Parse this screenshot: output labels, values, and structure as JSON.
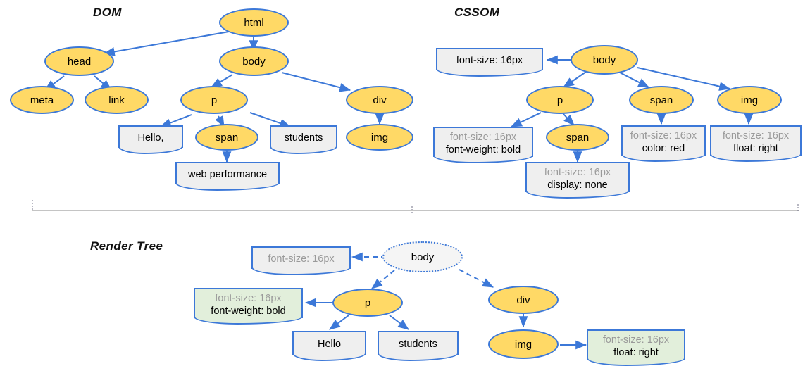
{
  "diagram": {
    "title_dom": "DOM",
    "title_cssom": "CSSOM",
    "title_render_tree": "Render Tree",
    "background_color": "#ffffff",
    "node_fill": "#ffd966",
    "node_stroke": "#3c78d8",
    "box_fill": "#efefef",
    "box_fill_green": "#e2efdb",
    "muted_text_color": "#9a9a9a"
  },
  "dom": {
    "nodes": [
      {
        "id": "html",
        "label": "html"
      },
      {
        "id": "head",
        "label": "head"
      },
      {
        "id": "body",
        "label": "body"
      },
      {
        "id": "meta",
        "label": "meta"
      },
      {
        "id": "link",
        "label": "link"
      },
      {
        "id": "p",
        "label": "p"
      },
      {
        "id": "div",
        "label": "div"
      },
      {
        "id": "span",
        "label": "span"
      },
      {
        "id": "img",
        "label": "img"
      }
    ],
    "text_boxes": [
      {
        "id": "hello",
        "label": "Hello,"
      },
      {
        "id": "students",
        "label": "students"
      },
      {
        "id": "webperf",
        "label": "web performance"
      }
    ],
    "edges": [
      [
        "html",
        "head"
      ],
      [
        "html",
        "body"
      ],
      [
        "head",
        "meta"
      ],
      [
        "head",
        "link"
      ],
      [
        "body",
        "p"
      ],
      [
        "body",
        "div"
      ],
      [
        "p",
        "hello"
      ],
      [
        "p",
        "span"
      ],
      [
        "p",
        "students"
      ],
      [
        "span",
        "webperf"
      ],
      [
        "div",
        "img"
      ]
    ]
  },
  "cssom": {
    "nodes": [
      {
        "id": "body",
        "label": "body"
      },
      {
        "id": "p",
        "label": "p"
      },
      {
        "id": "span1",
        "label": "span"
      },
      {
        "id": "span2",
        "label": "span"
      },
      {
        "id": "img",
        "label": "img"
      }
    ],
    "rule_boxes": [
      {
        "id": "body_rule",
        "lines": [
          {
            "text": "font-size: 16px",
            "muted": false
          }
        ]
      },
      {
        "id": "p_rule",
        "lines": [
          {
            "text": "font-size: 16px",
            "muted": true
          },
          {
            "text": "font-weight: bold",
            "muted": false
          }
        ]
      },
      {
        "id": "span2_rule",
        "lines": [
          {
            "text": "font-size: 16px",
            "muted": true
          },
          {
            "text": "display: none",
            "muted": false
          }
        ]
      },
      {
        "id": "span1_rule",
        "lines": [
          {
            "text": "font-size: 16px",
            "muted": true
          },
          {
            "text": "color: red",
            "muted": false
          }
        ]
      },
      {
        "id": "img_rule",
        "lines": [
          {
            "text": "font-size: 16px",
            "muted": true
          },
          {
            "text": "float: right",
            "muted": false
          }
        ]
      }
    ],
    "edges": [
      [
        "body",
        "body_rule"
      ],
      [
        "body",
        "p"
      ],
      [
        "body",
        "span1"
      ],
      [
        "body",
        "img"
      ],
      [
        "p",
        "p_rule"
      ],
      [
        "p",
        "span2"
      ],
      [
        "span2",
        "span2_rule"
      ],
      [
        "span1",
        "span1_rule"
      ],
      [
        "img",
        "img_rule"
      ]
    ]
  },
  "render_tree": {
    "nodes": [
      {
        "id": "body",
        "label": "body",
        "ghost": true
      },
      {
        "id": "p",
        "label": "p",
        "ghost": false
      },
      {
        "id": "div",
        "label": "div",
        "ghost": false
      },
      {
        "id": "img",
        "label": "img",
        "ghost": false
      }
    ],
    "text_boxes": [
      {
        "id": "hello",
        "label": "Hello"
      },
      {
        "id": "students",
        "label": "students"
      }
    ],
    "rule_boxes": [
      {
        "id": "body_rule",
        "green": false,
        "lines": [
          {
            "text": "font-size: 16px",
            "muted": true
          }
        ]
      },
      {
        "id": "p_rule",
        "green": true,
        "lines": [
          {
            "text": "font-size: 16px",
            "muted": true
          },
          {
            "text": "font-weight: bold",
            "muted": false
          }
        ]
      },
      {
        "id": "img_rule",
        "green": true,
        "lines": [
          {
            "text": "font-size: 16px",
            "muted": true
          },
          {
            "text": "float: right",
            "muted": false
          }
        ]
      }
    ],
    "edges": [
      [
        "body",
        "body_rule"
      ],
      [
        "body",
        "p"
      ],
      [
        "body",
        "div"
      ],
      [
        "p",
        "p_rule"
      ],
      [
        "p",
        "hello"
      ],
      [
        "p",
        "students"
      ],
      [
        "div",
        "img"
      ],
      [
        "img",
        "img_rule"
      ]
    ]
  }
}
